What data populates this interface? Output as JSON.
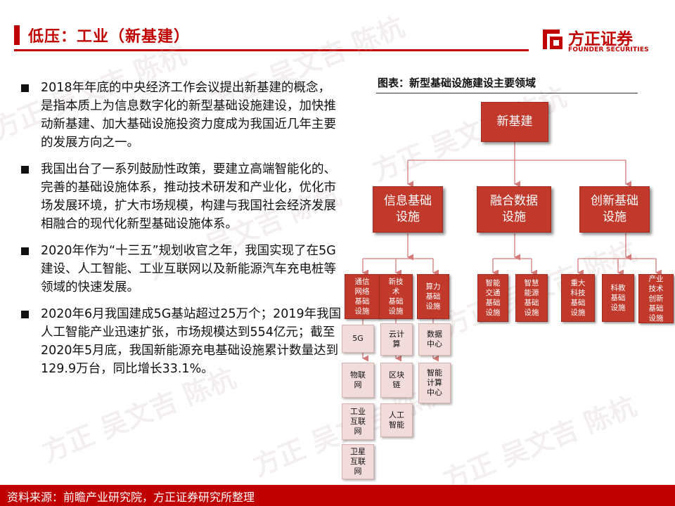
{
  "header": {
    "title": "低压：工业（新基建）",
    "logo_cn": "方正证券",
    "logo_en": "FOUNDER SECURITIES"
  },
  "watermark": "方正 吴文吉 陈杭",
  "bullets": [
    "2018年年底的中央经济工作会议提出新基建的概念，是指本质上为信息数字化的新型基础设施建设，加快推动新基建、加大基础设施投资力度成为我国近几年主要的发展方向之一。",
    "我国出台了一系列鼓励性政策，要建立高端智能化的、完善的基础设施体系，推动技术研发和产业化，优化市场发展环境，扩大市场规模，构建与我国社会经济发展相融合的现代化新型基础设施体系。",
    "2020年作为“十三五”规划收官之年，我国实现了在5G建设、人工智能、工业互联网以及新能源汽车充电桩等领域的快速发展。",
    "2020年6月我国建成5G基站超过25万个；2019年我国人工智能产业迅速扩张，市场规模达到554亿元；截至2020年5月底，我国新能源充电基础设施累计数量达到129.9万台，同比增长33.1%。"
  ],
  "diagram": {
    "caption": "图表：新型基础设施建设主要领域",
    "root": "新基建",
    "categories": [
      {
        "label": [
          "信息基础",
          "设施"
        ],
        "subs": [
          [
            "通信",
            "网络",
            "基础",
            "设施"
          ],
          [
            "新技",
            "术",
            "基础",
            "设施"
          ],
          [
            "算力",
            "基础",
            "设施"
          ]
        ]
      },
      {
        "label": [
          "融合数据",
          "设施"
        ],
        "subs": [
          [
            "智能",
            "交通",
            "基础",
            "设施"
          ],
          [
            "智慧",
            "能源",
            "基础",
            "设施"
          ]
        ]
      },
      {
        "label": [
          "创新基础",
          "设施"
        ],
        "subs": [
          [
            "重大",
            "科技",
            "基础",
            "设施"
          ],
          [
            "科教",
            "基础",
            "设施"
          ],
          [
            "产业",
            "技术",
            "创新",
            "基础",
            "设施"
          ]
        ]
      }
    ],
    "leaves": [
      [
        [
          "5G"
        ],
        [
          "物联",
          "网"
        ],
        [
          "工业",
          "互联",
          "网"
        ],
        [
          "卫星",
          "互联",
          "网"
        ]
      ],
      [
        [
          "云计",
          "算"
        ],
        [
          "区块",
          "链"
        ],
        [
          "人工",
          "智能"
        ]
      ],
      [
        [
          "数据",
          "中心"
        ],
        [
          "智能",
          "计算",
          "中心"
        ]
      ]
    ]
  },
  "footer": {
    "source": "资料来源：前瞻产业研究院，方正证券研究所整理"
  },
  "colors": {
    "brand": "#c00000",
    "box_fill": "#c0392b",
    "leaf_fill": "#f2dcdb",
    "connector": "#d47a7a"
  }
}
